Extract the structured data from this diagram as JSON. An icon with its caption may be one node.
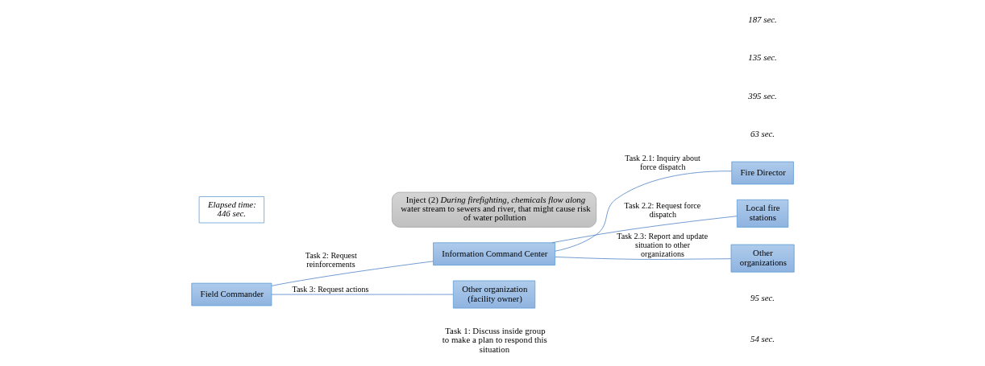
{
  "diagram": {
    "nodes": [
      {
        "text": [
          "Field Commander"
        ]
      },
      {
        "text": [
          "Information Command Center"
        ]
      },
      {
        "text": [
          "Other organization (facility owner)"
        ]
      },
      {
        "text": [
          "Fire Director"
        ]
      },
      {
        "text": [
          "Local fire stations"
        ]
      },
      {
        "text": [
          "Other organizations"
        ]
      },
      {
        "text": [
          "Elapsed time: 446 sec."
        ]
      },
      {
        "text": [
          "Inject (2) *During firefighting, chemicals flow along water stream to sewers and river, that might cause risk of water pollution*"
        ]
      }
    ],
    "edges": [
      {
        "from": 0,
        "to": 1,
        "arrow": "none",
        "label": "Task 2: Request reinforcements"
      },
      {
        "from": 0,
        "to": 2,
        "arrow": "none",
        "label": "Task 3: Request actions"
      },
      {
        "from": 1,
        "to": 3,
        "arrow": "none",
        "label": "Task 2.1: Inquiry about force dispatch"
      },
      {
        "from": 1,
        "to": 4,
        "arrow": "none",
        "label": "Task 2.2: Request force dispatch"
      },
      {
        "from": 1,
        "to": 5,
        "arrow": "none",
        "label": "Task 2.3: Report and update situation to other organizations"
      }
    ],
    "labels": [
      "Task 1: Discuss inside group to make a plan to respond this situation",
      "54 sec.",
      "63 sec.",
      "395 sec.",
      "95 sec.",
      "135 sec.",
      "187 sec."
    ]
  }
}
